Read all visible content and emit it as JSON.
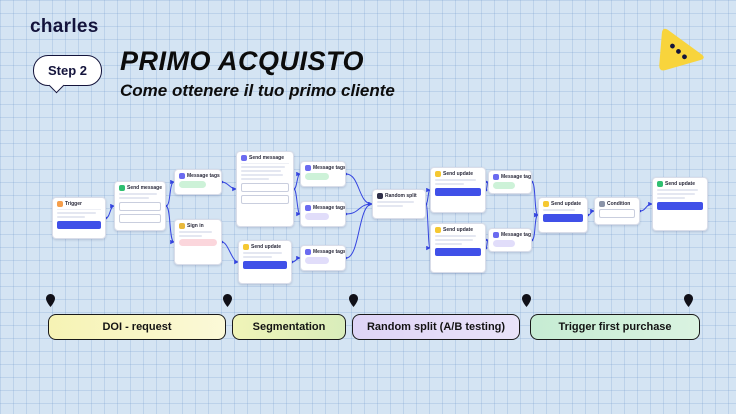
{
  "header": {
    "logo": "charles",
    "step_badge": "Step 2",
    "title": "PRIMO ACQUISTO",
    "subtitle": "Come ottenere il tuo primo cliente"
  },
  "palette": {
    "background": "#d4e4f3",
    "connector_blue": "#3545e0",
    "button_blue": "#4050e8",
    "brand_yellow": "#f8d43c",
    "text_dark": "#14143c",
    "section_doi": "#f6f3b4",
    "section_segmentation": "#e2efba",
    "section_random_split": "#ded4f6",
    "section_trigger": "#c6ecd3"
  },
  "sections": [
    {
      "label": "DOI - request"
    },
    {
      "label": "Segmentation"
    },
    {
      "label": "Random split (A/B testing)"
    },
    {
      "label": "Trigger first purchase"
    }
  ],
  "flow": {
    "nodes": [
      {
        "title": "Trigger"
      },
      {
        "title": "Send message"
      },
      {
        "title": "Message tags"
      },
      {
        "title": "Sign in"
      },
      {
        "title": "Send message"
      },
      {
        "title": "Send update"
      },
      {
        "title": "Message tags"
      },
      {
        "title": "Message tags"
      },
      {
        "title": "Message tags"
      },
      {
        "title": "Random split"
      },
      {
        "title": "Send update"
      },
      {
        "title": "Message tags"
      },
      {
        "title": "Send update"
      },
      {
        "title": "Message tags"
      },
      {
        "title": "Send update"
      },
      {
        "title": "Condition"
      },
      {
        "title": "Send update"
      }
    ]
  }
}
